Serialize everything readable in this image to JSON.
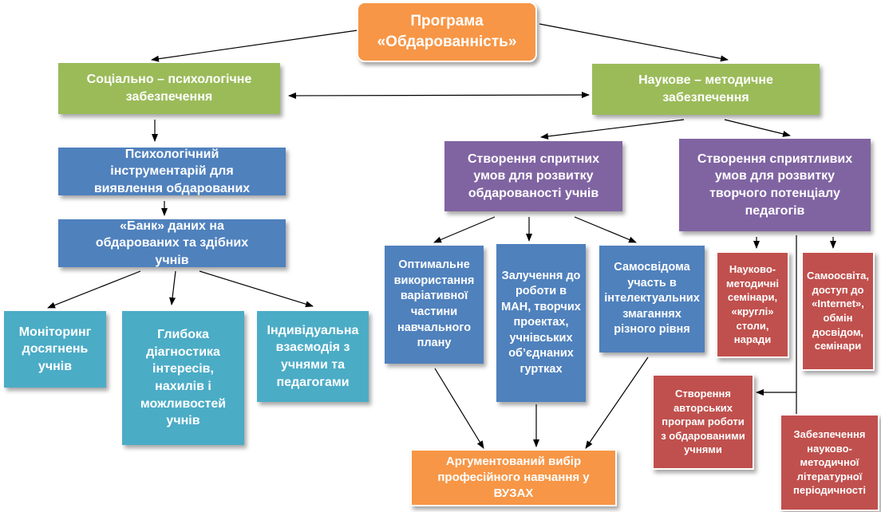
{
  "root": {
    "text": "Програма «Обдарованність»"
  },
  "social": {
    "text": "Соціально – психологічне забезпечення"
  },
  "scientific": {
    "text": "Наукове – методичне забезпечення"
  },
  "psy_tools": {
    "text": "Психологічний інструментарій для виявлення обдарованих"
  },
  "data_bank": {
    "text": "«Банк» даних на обдарованих та здібних учнів"
  },
  "monitoring": {
    "text": "Моніторинг досягнень учнів"
  },
  "diagnostics": {
    "text": "Глибока діагностика інтересів, нахилів і можливостей учнів"
  },
  "individual": {
    "text": "Індивідуальна взаємодія з учнями та педагогами"
  },
  "student_conditions": {
    "text": "Створення спритних умов для розвитку обдарованості учнів"
  },
  "teacher_conditions": {
    "text": "Створення сприятливих умов для розвитку творчого потенціалу педагогів"
  },
  "optimal_use": {
    "text": "Оптимальне використання варіативної частини навчального плану"
  },
  "man_involvement": {
    "text": "Залучення до роботи в МАН, творчих проектах, учнівських об’єднаних гуртках"
  },
  "competitions": {
    "text": "Самосвідома участь в інтелектуальних змаганнях різного рівня"
  },
  "seminars": {
    "text": "Науково-методичні семінари, «круглі» столи, наради"
  },
  "self_education": {
    "text": "Самоосвіта, доступ до «Internet», обмін досвідом, семінари"
  },
  "author_programs": {
    "text": "Створення авторських програм роботи з обдарованими учнями"
  },
  "literature": {
    "text": "Забезпечення науково-методичної літературної періодичності"
  },
  "career_choice": {
    "text": "Аргументований вибір професійного навчання у ВУЗАХ"
  },
  "colors": {
    "orange": "#f79646",
    "green": "#9bbb59",
    "blue": "#4f81bd",
    "violet": "#8064a2",
    "teal": "#4bacc6",
    "red": "#c0504d"
  }
}
